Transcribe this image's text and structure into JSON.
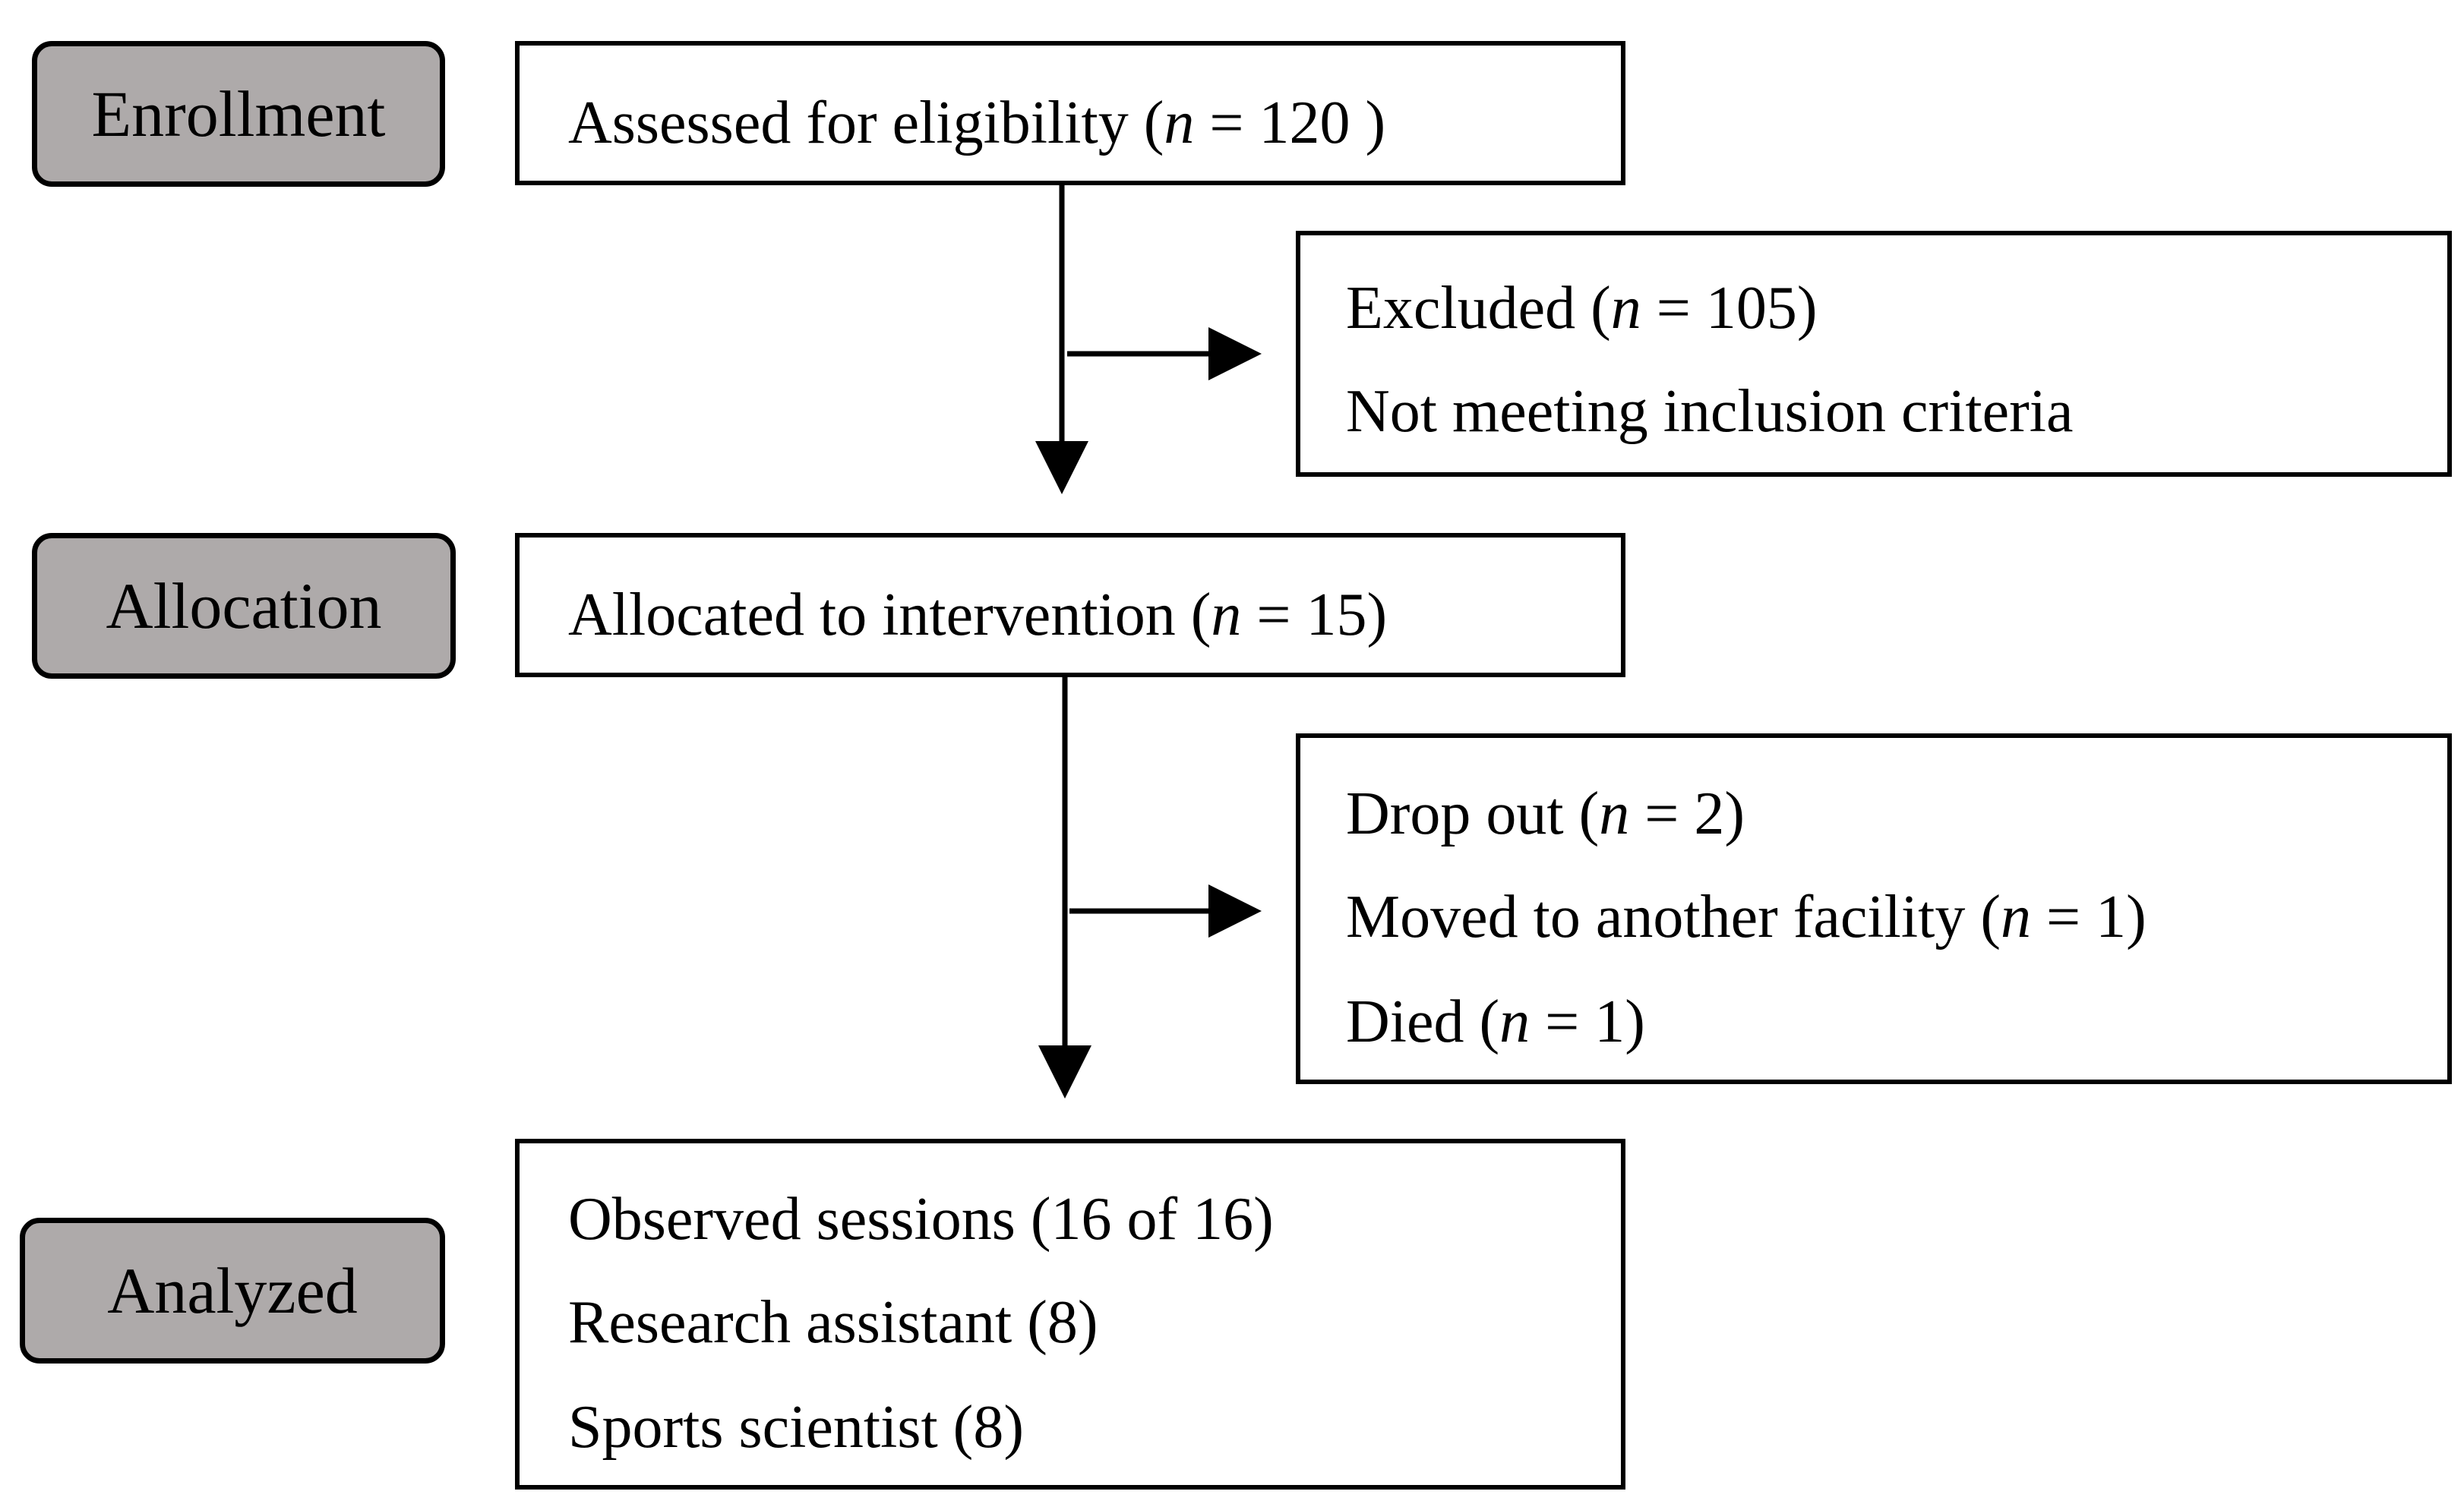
{
  "stages": {
    "enrollment": "Enrollment",
    "allocation": "Allocation",
    "analyzed": "Analyzed"
  },
  "boxes": {
    "assessed": {
      "pre": "Assessed for eligibility (",
      "n": "n",
      "post": " = 120 )"
    },
    "excluded": {
      "line1": {
        "pre": "Excluded (",
        "n": "n",
        "post": " = 105)"
      },
      "line2": "Not meeting inclusion criteria"
    },
    "allocated": {
      "pre": "Allocated to intervention (",
      "n": "n",
      "post": " = 15)"
    },
    "dropout": {
      "line1": {
        "pre": "Drop out (",
        "n": "n",
        "post": " = 2)"
      },
      "line2": {
        "pre": "Moved to another facility (",
        "n": "n",
        "post": " = 1)"
      },
      "line3": {
        "pre": "Died (",
        "n": "n",
        "post": " = 1)"
      }
    },
    "analyzed": {
      "line1": "Observed sessions (16 of 16)",
      "line2": "Research assistant (8)",
      "line3": "Sports scientist (8)"
    }
  },
  "colors": {
    "stage_fill": "#aeaaaa",
    "box_fill": "#ffffff",
    "stroke": "#000000"
  }
}
